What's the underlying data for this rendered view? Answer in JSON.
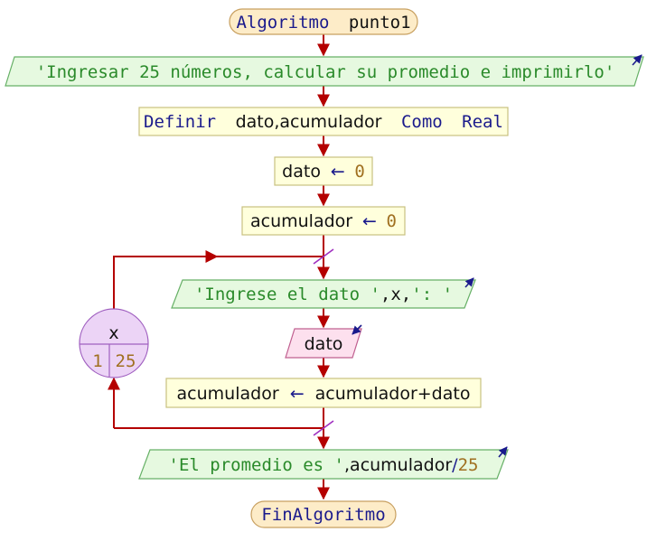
{
  "diagram": {
    "start": {
      "kw": "Algoritmo",
      "name": "punto1"
    },
    "print_intro": {
      "text": "'Ingresar 25 números, calcular su promedio e imprimirlo'"
    },
    "define": {
      "kw": "Definir",
      "vars": "dato,acumulador",
      "kw_como": "Como",
      "type": "Real"
    },
    "assign_dato": {
      "var": "dato",
      "arrow": "←",
      "value": "0"
    },
    "assign_acum": {
      "var": "acumulador",
      "arrow": "←",
      "value": "0"
    },
    "loop": {
      "var": "x",
      "from": "1",
      "to": "25"
    },
    "print_prompt": {
      "str1": "'Ingrese el dato '",
      "sep1": ",",
      "var": "x",
      "sep2": ",",
      "str2": "': '"
    },
    "read_dato": {
      "var": "dato"
    },
    "accumulate": {
      "var": "acumulador",
      "arrow": "←",
      "expr": "acumulador+dato"
    },
    "print_result": {
      "str": "'El promedio es '",
      "sep": ",",
      "var": "acumulador",
      "op": "/",
      "num": "25"
    },
    "end": {
      "kw": "FinAlgoritmo"
    }
  },
  "colors": {
    "flow_line": "#b40000",
    "terminal_fill": "#fdecc8",
    "process_fill": "#ffffdc",
    "output_fill": "#e6f9e0",
    "input_fill": "#fde0ee",
    "loop_fill": "#ecd4f6",
    "keyword": "#1a1a8c",
    "string": "#2a8a2a",
    "number": "#a07020"
  }
}
